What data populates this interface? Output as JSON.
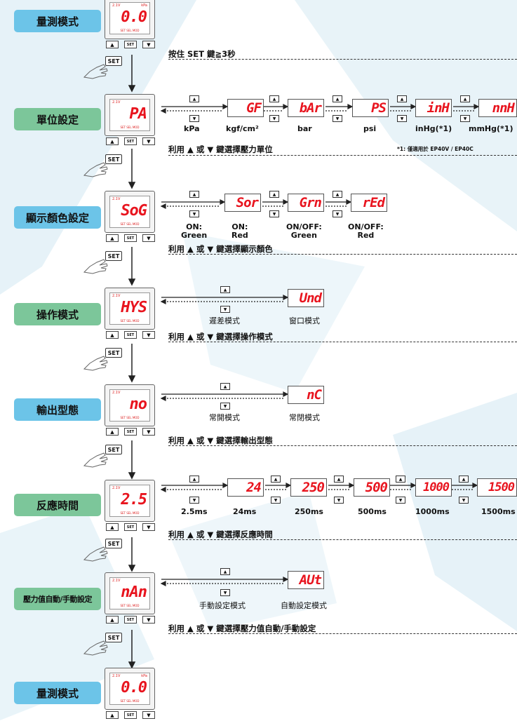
{
  "steps": [
    {
      "label": "量測模式",
      "display": "0.0",
      "instruction": "按住 SET 鍵≧3秒"
    },
    {
      "label": "單位設定",
      "display": "PA",
      "instruction": "利用 ▲ 或 ▼ 鍵選擇壓力單位"
    },
    {
      "label": "顯示顏色設定",
      "display": "SoG",
      "instruction": "利用 ▲ 或 ▼ 鍵選擇顯示顏色"
    },
    {
      "label": "操作模式",
      "display": "HYS",
      "instruction": "利用 ▲ 或 ▼ 鍵選擇操作模式"
    },
    {
      "label": "輸出型態",
      "display": "no",
      "instruction": "利用 ▲ 或 ▼ 鍵選擇輸出型態"
    },
    {
      "label": "反應時間",
      "display": "2.5",
      "instruction": "利用 ▲ 或 ▼ 鍵選擇反應時間"
    },
    {
      "label": "壓力值自動/手動設定",
      "display": "nAn",
      "instruction": "利用 ▲ 或 ▼ 鍵選擇壓力值自動/手動設定"
    },
    {
      "label": "量測模式",
      "display": "0.0"
    }
  ],
  "options": {
    "unit": [
      {
        "display": "",
        "caption": "kPa"
      },
      {
        "display": "GF",
        "caption": "kgf/cm²"
      },
      {
        "display": "bAr",
        "caption": "bar"
      },
      {
        "display": "PS",
        "caption": "psi"
      },
      {
        "display": "inH",
        "caption": "inHg(*1)"
      },
      {
        "display": "nnH",
        "caption": "mmHg(*1)"
      }
    ],
    "unit_footnote": "*1: 僅適用於 EP40V / EP40C",
    "color": [
      {
        "display": "",
        "caption": "ON:\nGreen"
      },
      {
        "display": "Sor",
        "caption": "ON:\nRed"
      },
      {
        "display": "Grn",
        "caption": "ON/OFF:\nGreen"
      },
      {
        "display": "rEd",
        "caption": "ON/OFF:\nRed"
      }
    ],
    "mode": [
      {
        "display": "",
        "caption": "遲差模式"
      },
      {
        "display": "Und",
        "caption": "窗口模式"
      }
    ],
    "output": [
      {
        "display": "",
        "caption": "常開模式"
      },
      {
        "display": "nC",
        "caption": "常閉模式"
      }
    ],
    "response": [
      {
        "display": "",
        "caption": "2.5ms"
      },
      {
        "display": "24",
        "caption": "24ms"
      },
      {
        "display": "250",
        "caption": "250ms"
      },
      {
        "display": "500",
        "caption": "500ms"
      },
      {
        "display": "1000",
        "caption": "1000ms"
      },
      {
        "display": "1500",
        "caption": "1500ms"
      }
    ],
    "pressure": [
      {
        "display": "",
        "caption": "手動設定模式"
      },
      {
        "display": "AUt",
        "caption": "自動設定模式"
      }
    ]
  },
  "keys": {
    "up": "▲",
    "down": "▼",
    "set": "SET"
  },
  "colors": {
    "red_digit": "#e8141e",
    "label_blue": "#6cc4e8",
    "label_green": "#7cc69a"
  }
}
